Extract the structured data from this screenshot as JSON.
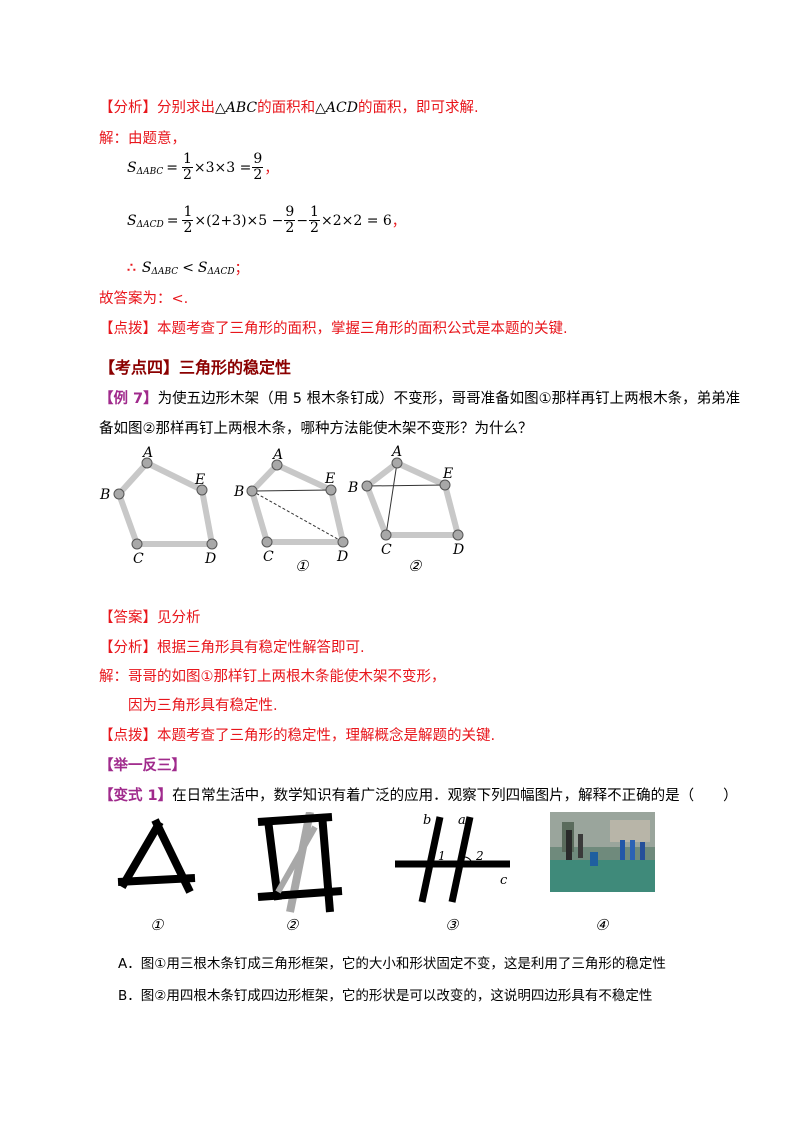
{
  "analysis1": {
    "tag": "【分析】",
    "pre": "分别求出",
    "tri1": "△ABC",
    "mid": "的面积和",
    "tri2": "△ACD",
    "post": "的面积，即可求解."
  },
  "solution1": {
    "intro": "解：由题意，",
    "eq1": {
      "lhs": "S",
      "lhs_sub": "ΔABC",
      "eq": "=",
      "n1": "1",
      "d1": "2",
      "mult": "×3×3 =",
      "n2": "9",
      "d2": "2",
      "tail": "，"
    },
    "eq2": {
      "lhs": "S",
      "lhs_sub": "ΔACD",
      "eq": "=",
      "n1": "1",
      "d1": "2",
      "part1": "×(2+3)×5 −",
      "n2": "9",
      "d2": "2",
      "minus": "−",
      "n3": "1",
      "d3": "2",
      "part2": "×2×2 = 6",
      "tail": "，"
    },
    "eq3": {
      "therefore": "∴",
      "s1": "S",
      "s1_sub": "ΔABC",
      "lt": "<",
      "s2": "S",
      "s2_sub": "ΔACD",
      "tail": "；"
    },
    "answer": "故答案为：<."
  },
  "tip1": {
    "tag": "【点拨】",
    "text": "本题考查了三角形的面积，掌握三角形的面积公式是本题的关键."
  },
  "section4": {
    "title": "【考点四】三角形的稳定性"
  },
  "example7": {
    "tag": "【例 7】",
    "line1": "为使五边形木架（用 5 根木条钉成）不变形，哥哥准备如图①那样再钉上两根木条，弟弟准",
    "line2": "备如图②那样再钉上两根木条，哪种方法能使木架不变形？为什么？"
  },
  "figure_labels": {
    "A": "A",
    "B": "B",
    "C": "C",
    "D": "D",
    "E": "E",
    "fig1": "①",
    "fig2": "②"
  },
  "answer7": {
    "tag": "【答案】",
    "text": "见分析"
  },
  "analysis7": {
    "tag": "【分析】",
    "text": "根据三角形具有稳定性解答即可."
  },
  "solution7": {
    "line1": "解：哥哥的如图①那样钉上两根木条能使木架不变形，",
    "line2": "因为三角形具有稳定性."
  },
  "tip7": {
    "tag": "【点拨】",
    "text": "本题考查了三角形的稳定性，理解概念是解题的关键."
  },
  "practice": {
    "title": "【举一反三】"
  },
  "variant1": {
    "tag": "【变式 1】",
    "text": "在日常生活中，数学知识有着广泛的应用．观察下列四幅图片，解释不正确的是（　　）"
  },
  "pictures": {
    "labels": [
      "①",
      "②",
      "③",
      "④"
    ],
    "pic3": {
      "b": "b",
      "a": "a",
      "c": "c",
      "one": "1",
      "two": "2"
    }
  },
  "options": {
    "A": "A．图①用三根木条钉成三角形框架，它的大小和形状固定不变，这是利用了三角形的稳定性",
    "B": "B．图②用四根木条钉成四边形框架，它的形状是可以改变的，这说明四边形具有不稳定性"
  },
  "colors": {
    "red": "#e8161c",
    "purple": "#a02a8c",
    "darkred": "#8b0000",
    "grey": "#c8c8c8"
  }
}
